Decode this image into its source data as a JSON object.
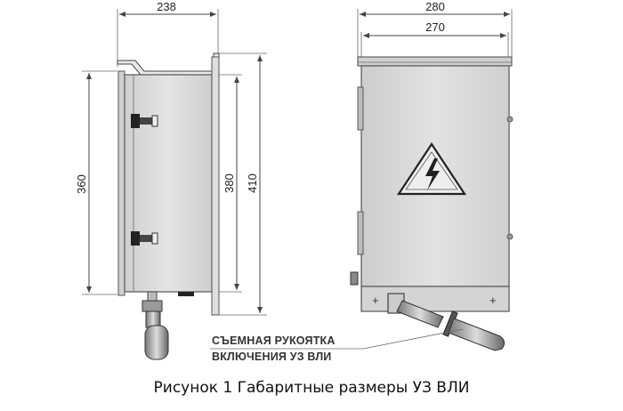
{
  "dimensions": {
    "side_width": "238",
    "side_inner_height": "360",
    "side_body_height": "380",
    "side_total_height": "410",
    "front_total_width": "280",
    "front_inner_width": "270"
  },
  "callout": {
    "line1": "СЪЕМНАЯ РУКОЯТКА",
    "line2": "ВКЛЮЧЕНИЯ УЗ ВЛИ"
  },
  "caption": "Рисунок 1  Габаритные размеры  УЗ  ВЛИ",
  "colors": {
    "body_fill": "#d9d9d9",
    "outline": "#555555"
  }
}
